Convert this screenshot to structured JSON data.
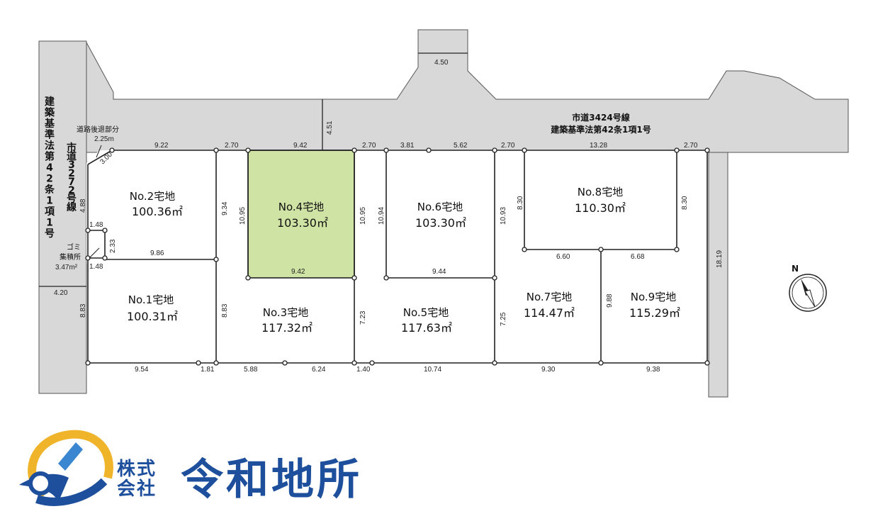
{
  "roads": {
    "main_line1": "市道3424号線",
    "main_line2": "建築基準法第42条1項1号",
    "left_vertical": "建築基準法第42条1項1号",
    "left_road_name": "市道3272号線",
    "setback_label": "道路後退部分",
    "setback_width": "2.25m",
    "garbage_label_line1": "ゴミ",
    "garbage_label_line2": "集積所",
    "garbage_area": "3.47m²",
    "north_label": "N"
  },
  "lots": [
    {
      "id": "lot1",
      "name": "No.1宅地",
      "area": "100.31㎡",
      "highlight": false
    },
    {
      "id": "lot2",
      "name": "No.2宅地",
      "area": "100.36㎡",
      "highlight": false
    },
    {
      "id": "lot3",
      "name": "No.3宅地",
      "area": "117.32㎡",
      "highlight": false
    },
    {
      "id": "lot4",
      "name": "No.4宅地",
      "area": "103.30㎡",
      "highlight": true
    },
    {
      "id": "lot5",
      "name": "No.5宅地",
      "area": "117.63㎡",
      "highlight": false
    },
    {
      "id": "lot6",
      "name": "No.6宅地",
      "area": "103.30㎡",
      "highlight": false
    },
    {
      "id": "lot7",
      "name": "No.7宅地",
      "area": "114.47㎡",
      "highlight": false
    },
    {
      "id": "lot8",
      "name": "No.8宅地",
      "area": "110.30㎡",
      "highlight": false
    },
    {
      "id": "lot9",
      "name": "No.9宅地",
      "area": "115.29㎡",
      "highlight": false
    }
  ],
  "dimensions": {
    "top_road_width": "4.50",
    "road_depth": "4.51",
    "top_2_70_a": "2.70",
    "top_9_22": "9.22",
    "top_9_42": "9.42",
    "top_2_70_b": "2.70",
    "top_3_81": "3.81",
    "top_5_62": "5.62",
    "top_2_70_c": "2.70",
    "top_13_28": "13.28",
    "top_2_70_d": "2.70",
    "corner_3_00": "3.00",
    "left_4_88": "4.88",
    "garbage_1_48_top": "1.48",
    "garbage_2_33": "2.33",
    "garbage_1_48_bottom": "1.48",
    "lot2_9_86": "9.86",
    "lot2_9_34": "9.34",
    "lot4_10_95_left": "10.95",
    "lot4_9_42_bottom": "9.42",
    "lot4_10_95_right": "10.95",
    "lot6_10_94": "10.94",
    "lot6_9_44": "9.44",
    "lot6_10_93": "10.93",
    "lot8_8_30_left": "8.30",
    "lot8_8_30_right": "8.30",
    "lot8_6_60": "6.60",
    "lot8_6_68": "6.68",
    "right_18_19": "18.19",
    "left_road_4_20": "4.20",
    "lot1_8_83": "8.83",
    "lot3_8_83": "8.83",
    "lot5_7_23": "7.23",
    "lot7_7_25": "7.25",
    "lot9_9_88": "9.88",
    "bottom_9_54": "9.54",
    "bottom_1_81": "1.81",
    "bottom_5_88": "5.88",
    "bottom_6_24": "6.24",
    "bottom_1_40": "1.40",
    "bottom_10_74": "10.74",
    "bottom_9_30": "9.30",
    "bottom_9_38": "9.38"
  },
  "company": {
    "prefix_line1": "株式",
    "prefix_line2": "会社",
    "name": "令和地所"
  },
  "colors": {
    "highlight_lot": "#cfe3a4",
    "road_gray": "#d8d8d8",
    "brand_blue": "#1d4f9c",
    "brand_gold": "#f0b42a"
  }
}
